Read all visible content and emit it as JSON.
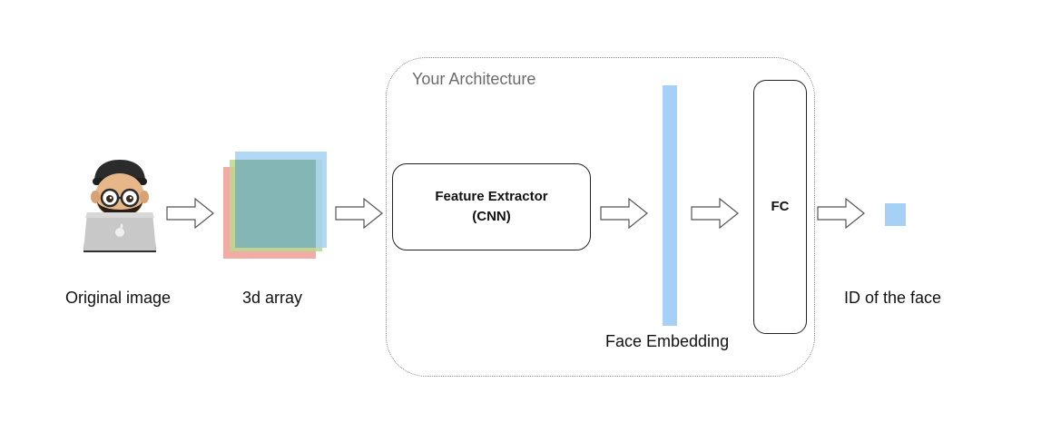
{
  "diagram": {
    "architecture_title": "Your Architecture",
    "feature_extractor": {
      "title": "Feature Extractor",
      "subtitle": "(CNN)"
    },
    "fc_label": "FC",
    "labels": {
      "original_image": "Original image",
      "array": "3d array",
      "face_embedding": "Face Embedding",
      "face_id": "ID of the face"
    },
    "colors": {
      "embedding_blue": "#a7d0f7",
      "array_red": "#ef9d95",
      "array_green": "#b7d98f",
      "array_blue": "#a4d1f2"
    },
    "icons": [
      "person-with-laptop-icon",
      "arrow-right-icon"
    ]
  }
}
